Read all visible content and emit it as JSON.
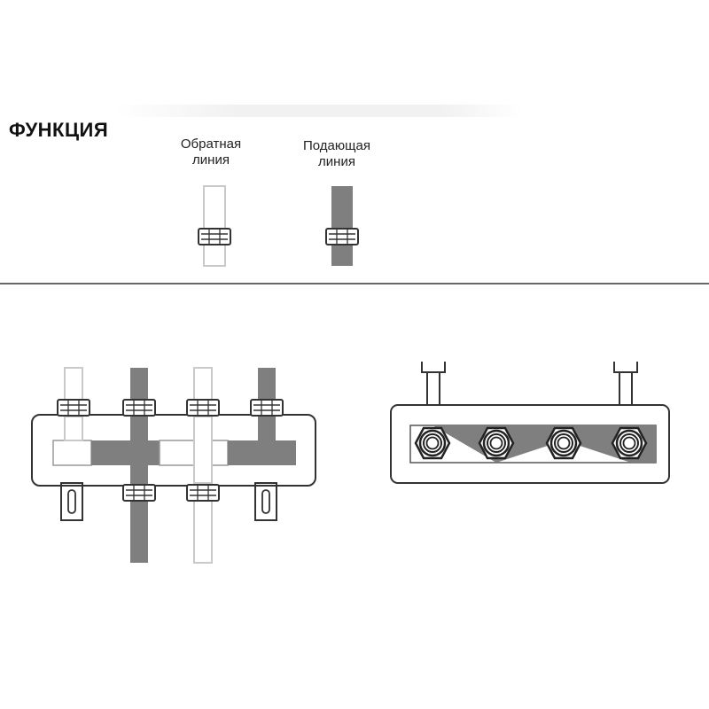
{
  "title": "ФУНКЦИЯ",
  "legend": {
    "return_line": {
      "line1": "Обратная",
      "line2": "линия"
    },
    "supply_line": {
      "line1": "Подающая",
      "line2": "линия"
    }
  },
  "colors": {
    "return_fill": "#ffffff",
    "supply_fill": "#7f7f7f",
    "outline": "#3a3a3a",
    "return_outline": "#c9c9c9"
  }
}
